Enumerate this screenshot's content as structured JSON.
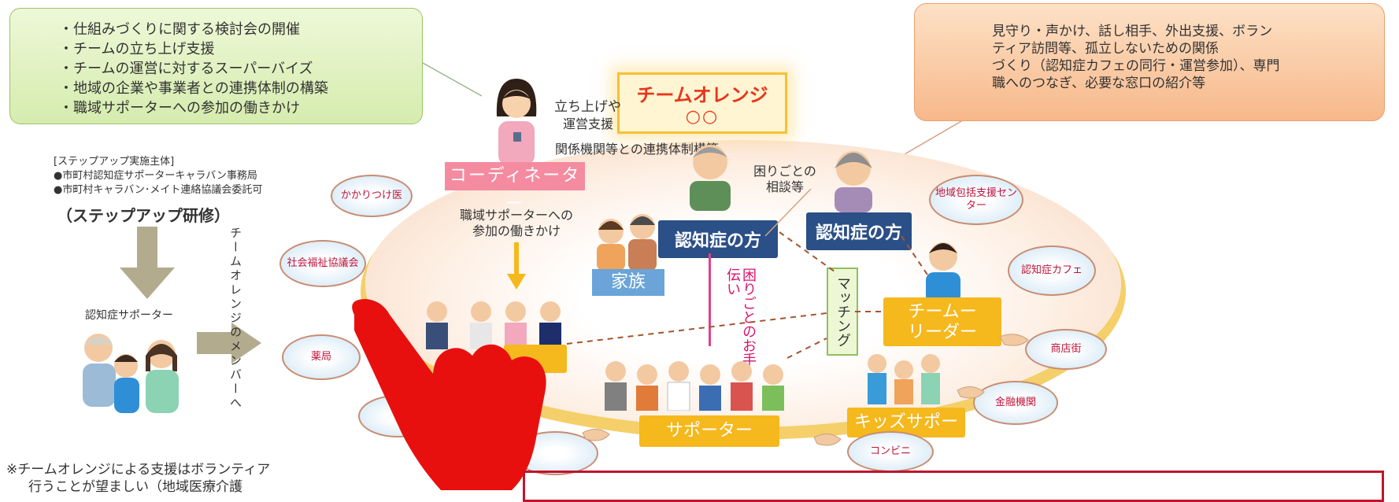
{
  "green_box": {
    "lines": [
      "・仕組みづくりに関する検討会の開催",
      "・チームの立ち上げ支援",
      "・チームの運営に対するスーパーバイズ",
      "・地域の企業や事業者との連携体制の構築",
      "・職域サポーターへの参加の働きかけ"
    ]
  },
  "orange_box": {
    "lines": [
      "見守り・声かけ、話し相手、外出支援、ボラン",
      "ティア訪問等、孤立しないための関係",
      "づくり（認知症カフェの同行・運営参加）、専門",
      "職へのつなぎ、必要な窓口の紹介等"
    ]
  },
  "team_orange": {
    "title": "チームオレンジ",
    "sub": "○○"
  },
  "left_panel": {
    "header": "[ステップアップ実施主体]",
    "items": [
      "●市町村認知症サポーターキャラバン事務局",
      "●市町村キャラバン･メイト連絡協議会委託可"
    ],
    "training": "（ステップアップ研修）",
    "supporter_label": "認知症サポーター",
    "vertical_text": "チームオレンジのメンバーへ"
  },
  "coordinator": {
    "label": "コーディネーター",
    "support_text_1": "立ち上げや",
    "support_text_2": "運営支援",
    "relation_text": "関係機関等との連携体制構築"
  },
  "workplace_text": {
    "line1": "職域サポーターへの",
    "line2": "参加の働きかけ"
  },
  "consult_text": {
    "line1": "困りごとの",
    "line2": "相談等"
  },
  "dementia_1": "認知症の方",
  "dementia_2": "認知症の方",
  "family": "家族",
  "help_vertical": "困りごとのお手伝い",
  "matching": "マッチング",
  "team_leader": {
    "line1": "チームー",
    "line2": "リーダー"
  },
  "supporter_bar": "サポーター",
  "kids_supporter": "キッズサポーター",
  "ovals": {
    "kakaritsuke": "かかりつけ医",
    "shakai": "社会福祉協議会",
    "yakkyoku": "薬局",
    "chiiki": "地域包括支援センター",
    "cafe": "認知症カフェ",
    "shotengai": "商店街",
    "kinyu": "金融機関",
    "konbini": "コンビニ"
  },
  "footnote": {
    "line1": "※チームオレンジによる支援はボランティア",
    "line2": "行うことが望ましい（地域医療介護"
  },
  "colors": {
    "hand_red": "#e8100f",
    "team_orange": "#e8351c",
    "navy": "#2b4f87"
  }
}
